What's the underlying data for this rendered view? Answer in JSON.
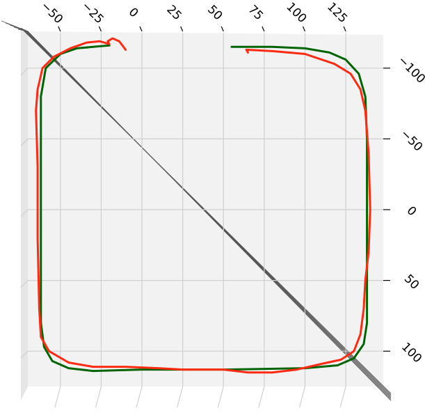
{
  "chart_data": {
    "type": "line",
    "projection": "3d",
    "view": "top-down",
    "grid": true,
    "legend": "none",
    "title": "",
    "xlabel": "",
    "ylabel": "",
    "x_ticks": [
      -50,
      -25,
      0,
      25,
      50,
      75,
      100,
      125
    ],
    "y_ticks": [
      -100,
      -50,
      0,
      50,
      100
    ],
    "xlim": [
      -70,
      148
    ],
    "ylim": [
      -125,
      125
    ],
    "series": [
      {
        "color": "#006400",
        "points": [
          [
            55,
            -115
          ],
          [
            80,
            -115
          ],
          [
            100,
            -114
          ],
          [
            115,
            -111
          ],
          [
            125,
            -106
          ],
          [
            133,
            -96
          ],
          [
            137,
            -80
          ],
          [
            138,
            -50
          ],
          [
            138,
            0
          ],
          [
            138,
            50
          ],
          [
            138,
            80
          ],
          [
            136,
            95
          ],
          [
            130,
            105
          ],
          [
            120,
            110
          ],
          [
            100,
            112
          ],
          [
            50,
            113
          ],
          [
            0,
            113
          ],
          [
            -30,
            114
          ],
          [
            -45,
            112
          ],
          [
            -55,
            107
          ],
          [
            -60,
            97
          ],
          [
            -62,
            80
          ],
          [
            -62,
            40
          ],
          [
            -62,
            0
          ],
          [
            -62,
            -40
          ],
          [
            -62,
            -80
          ],
          [
            -59,
            -100
          ],
          [
            -50,
            -110
          ],
          [
            -40,
            -114
          ],
          [
            -30,
            -115
          ],
          [
            -20,
            -116
          ]
        ]
      },
      {
        "color": "#ff2a12",
        "points": [
          [
            65,
            -111
          ],
          [
            64,
            -113
          ],
          [
            80,
            -112
          ],
          [
            100,
            -110
          ],
          [
            118,
            -103
          ],
          [
            128,
            -96
          ],
          [
            134,
            -85
          ],
          [
            137,
            -70
          ],
          [
            139,
            -40
          ],
          [
            140,
            0
          ],
          [
            139,
            30
          ],
          [
            137,
            50
          ],
          [
            136,
            70
          ],
          [
            134,
            88
          ],
          [
            130,
            100
          ],
          [
            122,
            106
          ],
          [
            110,
            109
          ],
          [
            95,
            113
          ],
          [
            80,
            115
          ],
          [
            65,
            115
          ],
          [
            50,
            113
          ],
          [
            25,
            113
          ],
          [
            10,
            112
          ],
          [
            -10,
            111
          ],
          [
            -30,
            111
          ],
          [
            -45,
            108
          ],
          [
            -57,
            100
          ],
          [
            -62,
            90
          ],
          [
            -63,
            70
          ],
          [
            -64,
            20
          ],
          [
            -64,
            -30
          ],
          [
            -65,
            -70
          ],
          [
            -64,
            -85
          ],
          [
            -61,
            -100
          ],
          [
            -54,
            -108
          ],
          [
            -44,
            -114
          ],
          [
            -34,
            -118
          ],
          [
            -26,
            -119
          ],
          [
            -20,
            -117
          ],
          [
            -21,
            -119
          ],
          [
            -18,
            -121
          ],
          [
            -14,
            -119
          ],
          [
            -12,
            -116
          ],
          [
            -10,
            -113
          ]
        ]
      }
    ]
  }
}
